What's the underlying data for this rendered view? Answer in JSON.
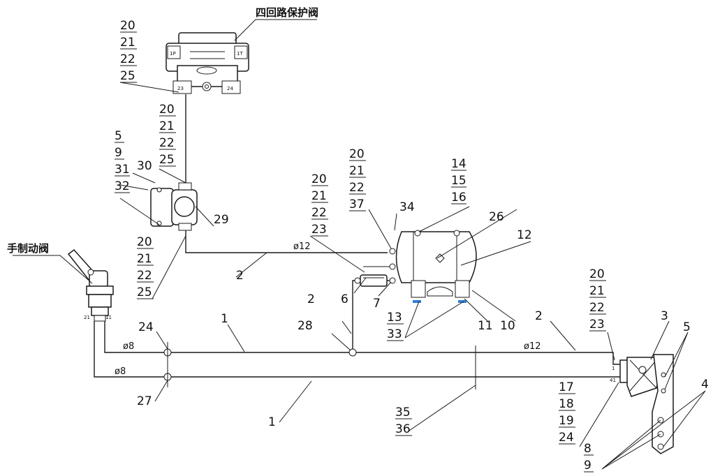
{
  "labels": {
    "four_circuit_protection_valve": "四回路保护阀",
    "hand_brake_valve": "手制动阀",
    "stack_valve_top": [
      "20",
      "21",
      "22",
      "25"
    ],
    "stack_mid_upper": [
      "20",
      "21",
      "22",
      "25"
    ],
    "stack_left_bracket": [
      "5",
      "9",
      "31",
      "32"
    ],
    "num_30": "30",
    "num_29": "29",
    "stack_mid_lower": [
      "20",
      "21",
      "22",
      "25"
    ],
    "stack_fitting_upper": [
      "20",
      "21",
      "22",
      "37"
    ],
    "stack_fitting_lower": [
      "20",
      "21",
      "22",
      "23"
    ],
    "num_34": "34",
    "stack_tank_top": [
      "14",
      "15",
      "16"
    ],
    "num_26": "26",
    "num_12": "12",
    "num_6": "6",
    "num_7": "7",
    "stack_tank_bottom": [
      "13",
      "33"
    ],
    "num_11": "11",
    "num_10": "10",
    "num_2_left": "2",
    "num_2_mid": "2",
    "num_2_right": "2",
    "num_28": "28",
    "num_24": "24",
    "num_27": "27",
    "num_1_top": "1",
    "num_1_bottom": "1",
    "stack_right": [
      "20",
      "21",
      "22",
      "23"
    ],
    "num_3": "3",
    "num_5": "5",
    "num_4": "4",
    "stack_chamber_bottom": [
      "17",
      "18",
      "19",
      "24"
    ],
    "stack_35": [
      "35",
      "36"
    ],
    "stack_8": [
      "8",
      "9"
    ],
    "dia_12_upper": "ø12",
    "dia_12_right": "ø12",
    "dia_8_upper": "ø8",
    "dia_8_lower": "ø8",
    "port_21": "21",
    "port_11": "11",
    "port_1": "1",
    "port_41": "41"
  }
}
